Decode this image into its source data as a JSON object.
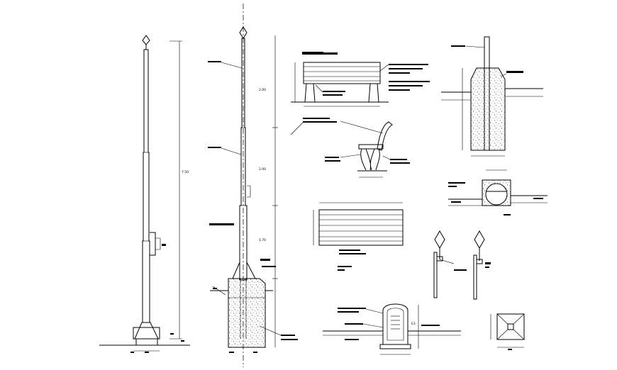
{
  "dims": {
    "pole_total_height": "7.50",
    "pole_seg_1": "2.00",
    "pole_seg_2": "2.00",
    "pole_seg_3": "1.70",
    "bench_label": "E3"
  },
  "colors": {
    "ink": "#000000",
    "background": "#ffffff"
  }
}
